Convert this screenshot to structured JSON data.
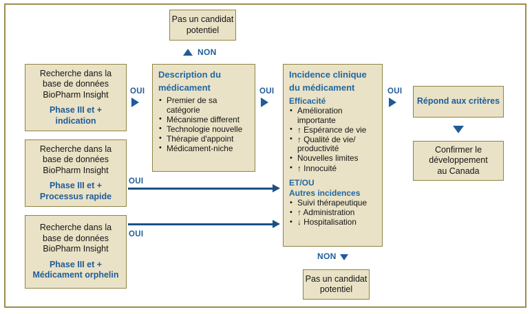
{
  "diagram": {
    "title_hidden": "",
    "colors": {
      "box_fill": "#e9e2c6",
      "box_border": "#8e8244",
      "frame_border": "#9a8d4e",
      "heading_blue": "#2267a1",
      "arrow_blue": "#1b4f86",
      "label_blue": "#1f5c99",
      "body_text": "#141414"
    },
    "labels": {
      "oui": "OUI",
      "non": "NON"
    },
    "nodes": {
      "reject_top": {
        "line1": "Pas un candidat",
        "line2": "potentiel"
      },
      "reject_bottom": {
        "line1": "Pas un candidat",
        "line2": "potentiel"
      },
      "search_indication": {
        "line1": "Recherche dans la",
        "line2": "base de données",
        "line3": "BioPharm Insight",
        "blue1": "Phase III et +",
        "blue2": "indication"
      },
      "search_fasttrack": {
        "line1": "Recherche dans la",
        "line2": "base de données",
        "line3": "BioPharm Insight",
        "blue1": "Phase III et +",
        "blue2": "Processus rapide"
      },
      "search_orphan": {
        "line1": "Recherche dans la",
        "line2": "base de données",
        "line3": "BioPharm Insight",
        "blue1": "Phase III et +",
        "blue2": "Médicament orphelin"
      },
      "description": {
        "heading1": "Description du",
        "heading2": "médicament",
        "bullets": [
          "Premier de sa catégorie",
          "Mécanisme different",
          "Technologie nouvelle",
          "Thérapie d'appoint",
          "Médicament-niche"
        ]
      },
      "clinical": {
        "heading1": "Incidence clinique",
        "heading2": "du médicament",
        "sub1": "Efficacité",
        "bullets1": [
          "Amélioration importante",
          "↑ Espérance de vie",
          "↑ Qualité de vie/ productivité",
          "Nouvelles limites",
          "↑ Innocuité"
        ],
        "sub2": "ET/OU",
        "sub3": "Autres incidences",
        "bullets2": [
          "Suivi thérapeutique",
          "↑ Administration",
          "↓ Hospitalisation"
        ]
      },
      "meets_criteria": {
        "text": "Répond aux critères"
      },
      "confirm": {
        "line1": "Confirmer le",
        "line2": "développement",
        "line3": "au Canada"
      }
    }
  }
}
